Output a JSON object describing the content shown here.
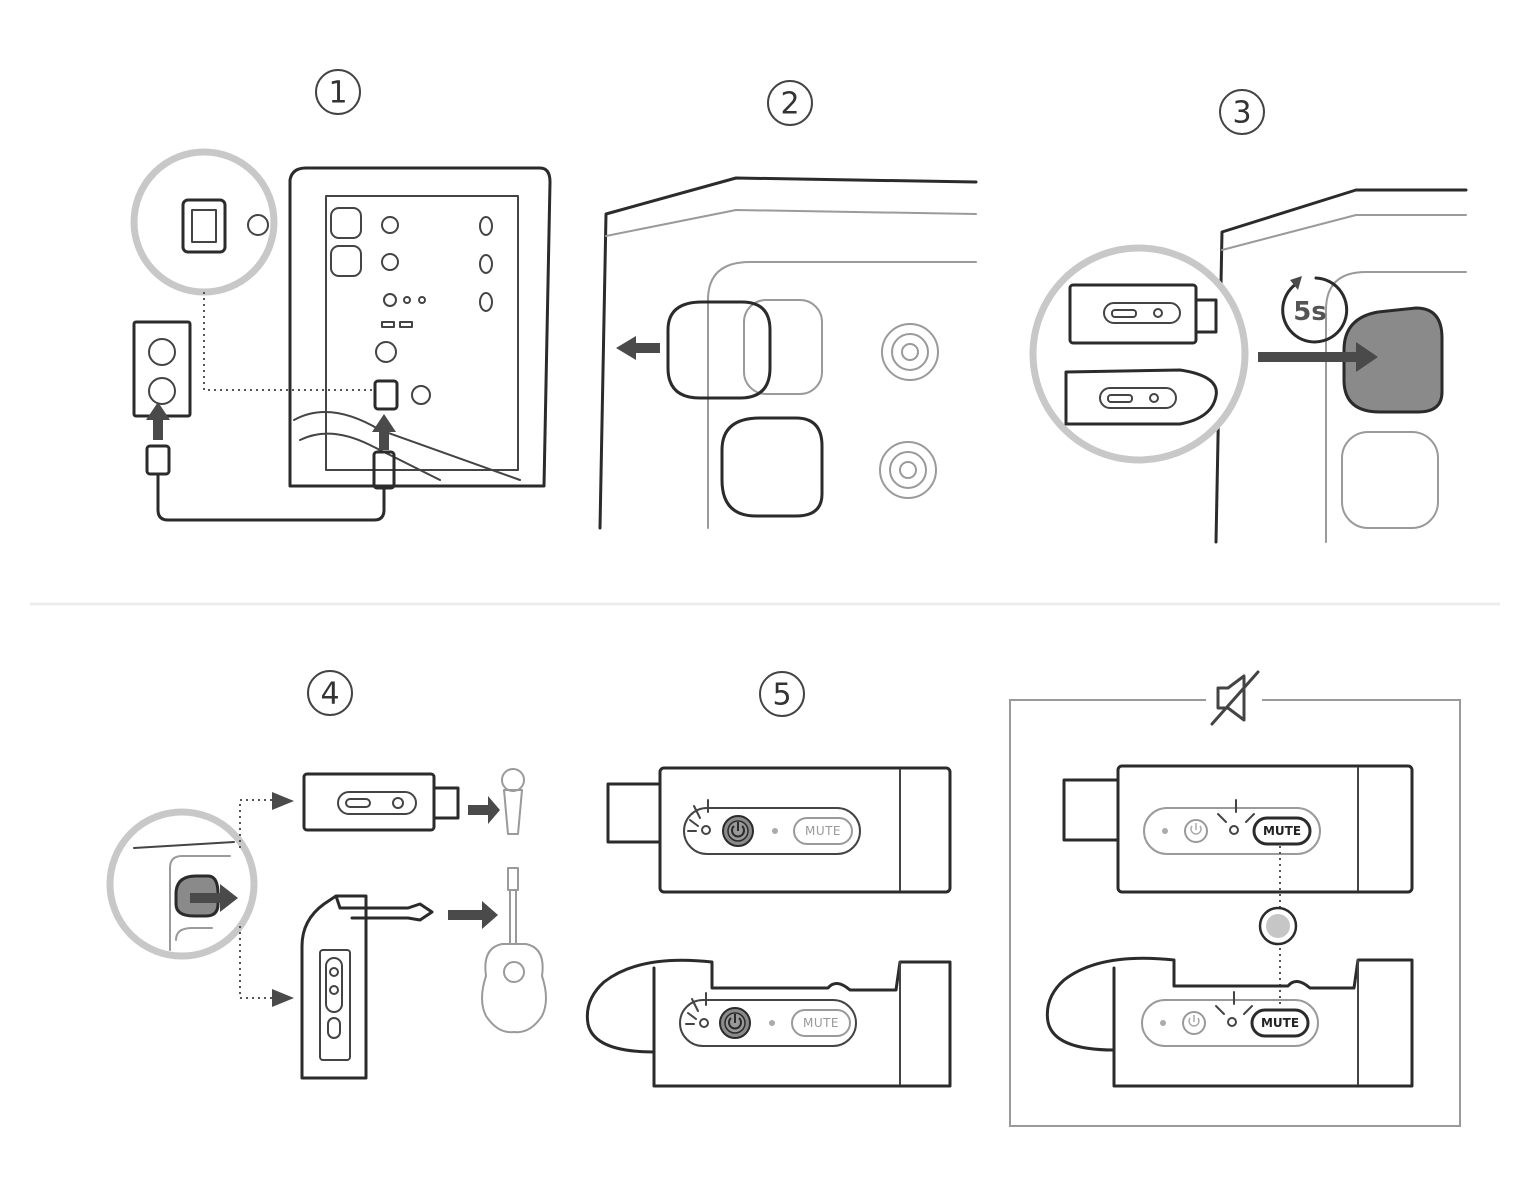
{
  "steps": [
    {
      "number": "1"
    },
    {
      "number": "2"
    },
    {
      "number": "3",
      "timer_label": "5s"
    },
    {
      "number": "4"
    },
    {
      "number": "5",
      "mute_label": "MUTE"
    }
  ],
  "mute_panel": {
    "icon": "speaker-muted-icon",
    "mute_label": "MUTE"
  },
  "colors": {
    "line": "#2b2b2b",
    "zoom_ring": "#c8c8c8",
    "pressed_fill": "#8a8a8a"
  }
}
